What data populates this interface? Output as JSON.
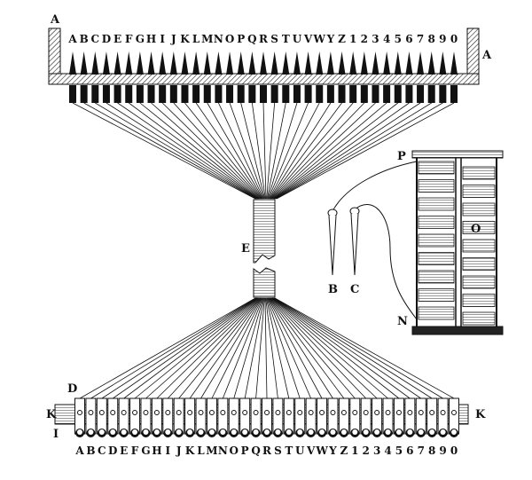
{
  "top_characters": [
    "A",
    "B",
    "C",
    "D",
    "E",
    "F",
    "G",
    "H",
    "I",
    "J",
    "K",
    "L",
    "M",
    "N",
    "O",
    "P",
    "Q",
    "R",
    "S",
    "T",
    "U",
    "V",
    "W",
    "Y",
    "Z",
    "1",
    "2",
    "3",
    "4",
    "5",
    "6",
    "7",
    "8",
    "9",
    "0"
  ],
  "bottom_characters": [
    "A",
    "B",
    "C",
    "D",
    "E",
    "F",
    "G",
    "H",
    "I",
    "J",
    "K",
    "L",
    "M",
    "N",
    "O",
    "P",
    "Q",
    "R",
    "S",
    "T",
    "U",
    "V",
    "W",
    "Y",
    "Z",
    "1",
    "2",
    "3",
    "4",
    "5",
    "6",
    "7",
    "8",
    "9",
    "0"
  ],
  "labels": {
    "trough_left": "A",
    "trough_right": "A",
    "cable": "E",
    "pile_top": "P",
    "pile_middle": "O",
    "pile_bottom": "N",
    "probe_b": "B",
    "probe_c": "C",
    "keyboard_top": "D",
    "bar_left": "K",
    "bar_right": "K",
    "key_row": "I"
  },
  "colors": {
    "ink": "#111111",
    "paper": "#ffffff"
  }
}
